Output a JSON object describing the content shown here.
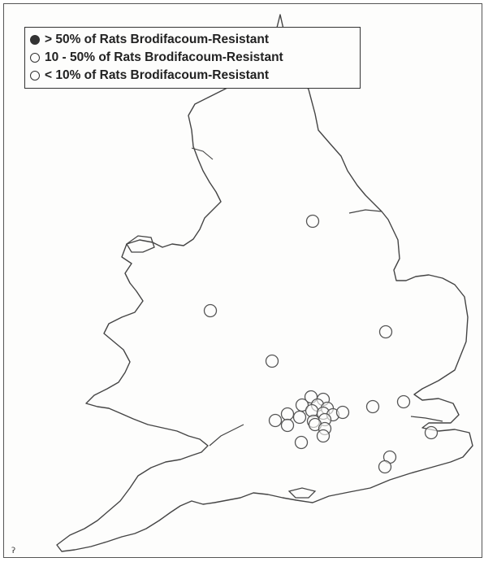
{
  "legend": {
    "items": [
      {
        "label": "> 50% of Rats Brodifacoum-Resistant",
        "marker": "filled"
      },
      {
        "label": "10 - 50%  of Rats Brodifacoum-Resistant",
        "marker": "open"
      },
      {
        "label": "< 10%  of Rats Brodifacoum-Resistant",
        "marker": "open"
      }
    ]
  },
  "map": {
    "region": "England and Wales",
    "outline_color": "#444444",
    "marker_color": "#555555"
  },
  "corner_mark": "ʔ"
}
